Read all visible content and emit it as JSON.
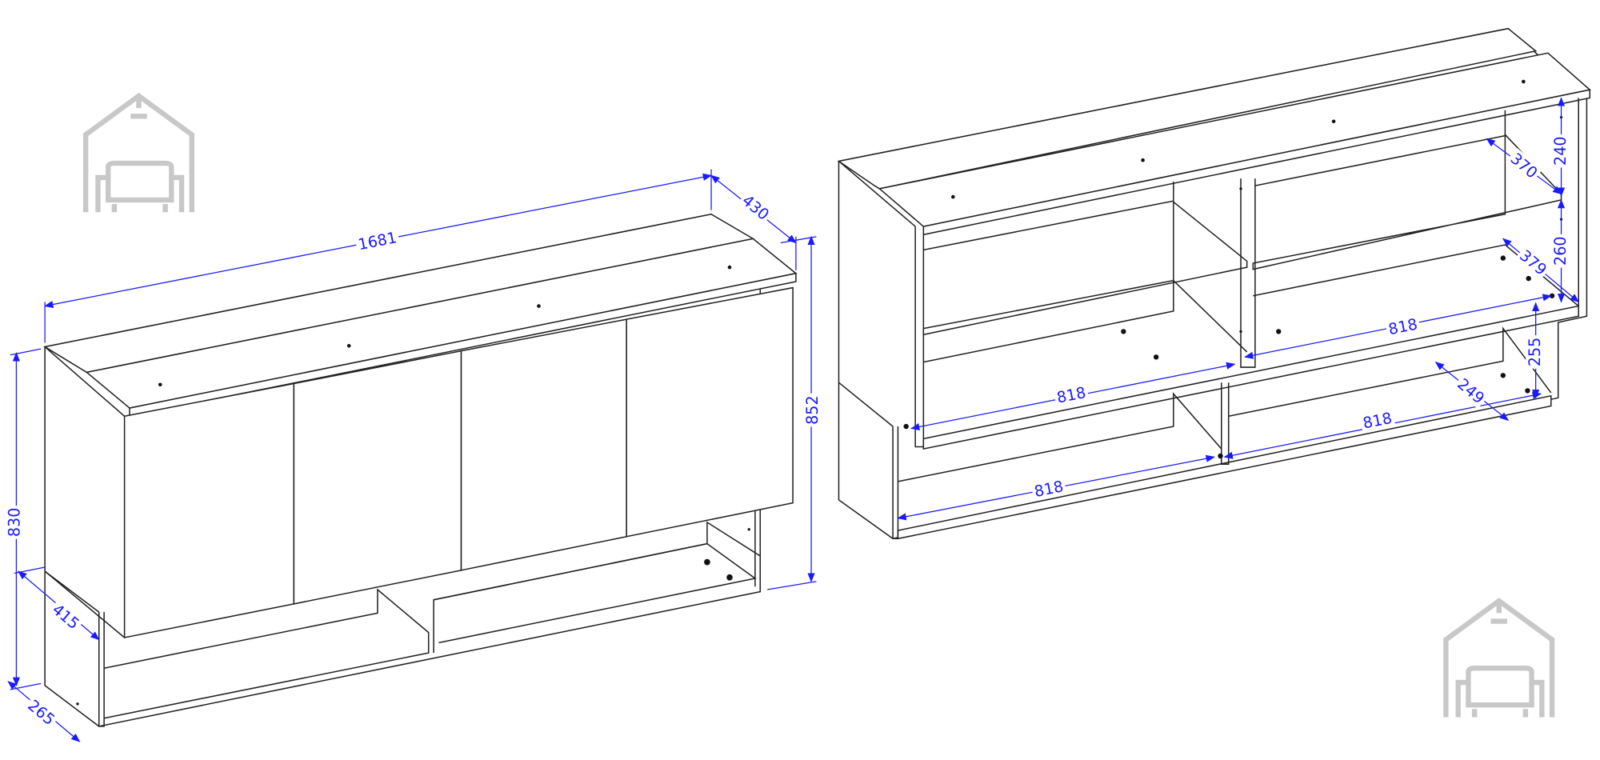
{
  "drawing": {
    "left_cabinet": {
      "dimensions": {
        "width": "1681",
        "top_depth": "430",
        "total_height": "852",
        "side_height": "830",
        "upper_depth": "415",
        "lower_depth": "265"
      }
    },
    "right_cabinet": {
      "dimensions": {
        "top_shelf_height": "240",
        "top_shelf_depth": "370",
        "middle_shelf_height": "260",
        "middle_shelf_depth": "379",
        "upper_right_width": "818",
        "lower_shelf_height": "255",
        "upper_left_width": "818",
        "lower_depth": "249",
        "lower_right_width": "818",
        "lower_left_width": "818"
      }
    },
    "colors": {
      "dimension": "#1a1aff",
      "line": "#222222",
      "logo": "#c8c8c8"
    },
    "logo_icon": "house-sofa-icon"
  }
}
